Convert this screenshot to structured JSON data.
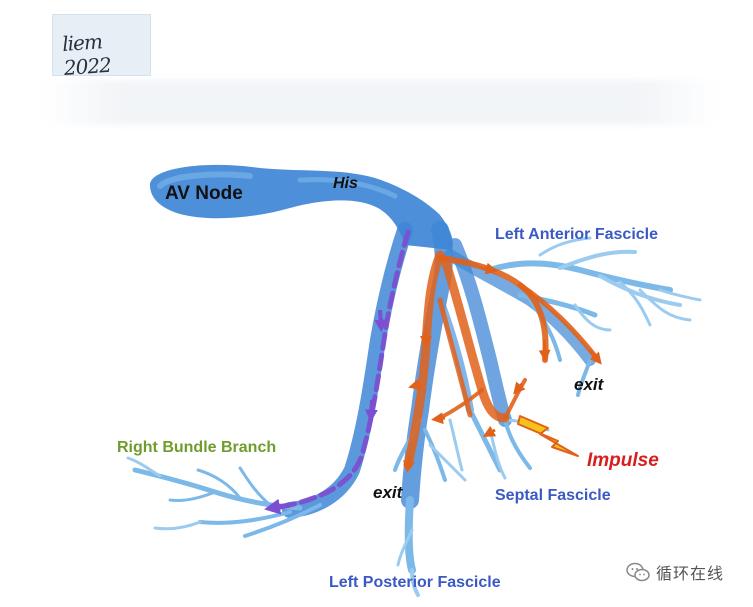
{
  "signature": {
    "text": "liem 2022"
  },
  "labels": {
    "av_node": "AV Node",
    "his": "His",
    "left_anterior": "Left Anterior Fascicle",
    "right_bundle": "Right Bundle Branch",
    "septal": "Septal Fascicle",
    "left_posterior": "Left Posterior Fascicle",
    "exit_right": "exit",
    "exit_bottom": "exit",
    "impulse": "Impulse"
  },
  "watermark": {
    "text": "循环在线"
  },
  "colors": {
    "conduction_blue": "#3f86d6",
    "light_blue": "#7cb9e8",
    "path_purple": "#7b4fd0",
    "impulse_orange": "#e0621a",
    "impulse_red": "#d62020",
    "label_blue": "#3a59c4",
    "label_green": "#6f9d2c",
    "bolt_yellow": "#f5c21b"
  },
  "icons": {
    "impulse": "lightning-bolt-icon",
    "watermark": "wechat-bubble-icon"
  }
}
